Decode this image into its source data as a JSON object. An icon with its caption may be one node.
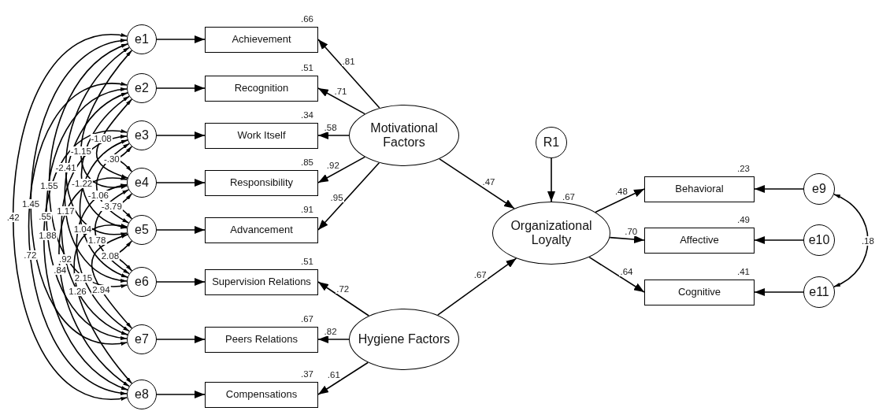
{
  "diagram": {
    "nodes": [
      {
        "text": [
          "e1"
        ]
      },
      {
        "text": [
          "e2"
        ]
      },
      {
        "text": [
          "e3"
        ]
      },
      {
        "text": [
          "e4"
        ]
      },
      {
        "text": [
          "e5"
        ]
      },
      {
        "text": [
          "e6"
        ]
      },
      {
        "text": [
          "e7"
        ]
      },
      {
        "text": [
          "e8"
        ]
      },
      {
        "text": [
          "Achievement"
        ],
        "beside": [
          ".66"
        ]
      },
      {
        "text": [
          "Recognition"
        ],
        "beside": [
          ".51"
        ]
      },
      {
        "text": [
          "Work Itself"
        ],
        "beside": [
          ".34"
        ]
      },
      {
        "text": [
          "Responsibility"
        ],
        "beside": [
          ".85"
        ]
      },
      {
        "text": [
          "Advancement"
        ],
        "beside": [
          ".91"
        ]
      },
      {
        "text": [
          "Supervision Relations"
        ],
        "beside": [
          ".51"
        ]
      },
      {
        "text": [
          "Peers Relations"
        ],
        "beside": [
          ".67"
        ]
      },
      {
        "text": [
          "Compensations"
        ],
        "beside": [
          ".37"
        ]
      },
      {
        "text": [
          "Motivational Factors"
        ]
      },
      {
        "text": [
          "Hygiene Factors"
        ]
      },
      {
        "text": [
          "Organizational Loyalty"
        ],
        "beside": [
          ".67"
        ]
      },
      {
        "text": [
          "R1"
        ]
      },
      {
        "text": [
          "Behavioral"
        ],
        "beside": [
          ".23"
        ]
      },
      {
        "text": [
          "Affective"
        ],
        "beside": [
          ".49"
        ]
      },
      {
        "text": [
          "Cognitive"
        ],
        "beside": [
          ".41"
        ]
      },
      {
        "text": [
          "e9"
        ]
      },
      {
        "text": [
          "e10"
        ]
      },
      {
        "text": [
          "e11"
        ]
      }
    ],
    "edges": [
      {
        "from": 0,
        "to": 8,
        "arrow": "to"
      },
      {
        "from": 1,
        "to": 9,
        "arrow": "to"
      },
      {
        "from": 2,
        "to": 10,
        "arrow": "to"
      },
      {
        "from": 3,
        "to": 11,
        "arrow": "to"
      },
      {
        "from": 4,
        "to": 12,
        "arrow": "to"
      },
      {
        "from": 5,
        "to": 13,
        "arrow": "to"
      },
      {
        "from": 6,
        "to": 14,
        "arrow": "to"
      },
      {
        "from": 7,
        "to": 15,
        "arrow": "to"
      },
      {
        "from": 16,
        "to": 8,
        "arrow": "to",
        "label": ".81"
      },
      {
        "from": 16,
        "to": 9,
        "arrow": "to",
        "label": ".71"
      },
      {
        "from": 16,
        "to": 10,
        "arrow": "to",
        "label": ".58"
      },
      {
        "from": 16,
        "to": 11,
        "arrow": "to",
        "label": ".92"
      },
      {
        "from": 16,
        "to": 12,
        "arrow": "to",
        "label": ".95"
      },
      {
        "from": 17,
        "to": 13,
        "arrow": "to",
        "label": ".72"
      },
      {
        "from": 17,
        "to": 14,
        "arrow": "to",
        "label": ".82"
      },
      {
        "from": 17,
        "to": 15,
        "arrow": "to",
        "label": ".61"
      },
      {
        "from": 16,
        "to": 18,
        "arrow": "to",
        "label": ".47"
      },
      {
        "from": 17,
        "to": 18,
        "arrow": "to",
        "label": ".67"
      },
      {
        "from": 19,
        "to": 18,
        "arrow": "to"
      },
      {
        "from": 18,
        "to": 20,
        "arrow": "to",
        "label": ".48"
      },
      {
        "from": 18,
        "to": 21,
        "arrow": "to",
        "label": ".70"
      },
      {
        "from": 18,
        "to": 22,
        "arrow": "to",
        "label": ".64"
      },
      {
        "from": 23,
        "to": 20,
        "arrow": "to"
      },
      {
        "from": 24,
        "to": 21,
        "arrow": "to"
      },
      {
        "from": 25,
        "to": 22,
        "arrow": "to"
      },
      {
        "from": 23,
        "to": 25,
        "arrow": "both",
        "label": ".18"
      },
      {
        "from": 0,
        "to": 3,
        "arrow": "both",
        "label": "-1.15"
      },
      {
        "from": 0,
        "to": 4,
        "arrow": "both",
        "label": "-2.41"
      },
      {
        "from": 0,
        "to": 5,
        "arrow": "both",
        "label": "1.55"
      },
      {
        "from": 0,
        "to": 6,
        "arrow": "both",
        "label": "1.45"
      },
      {
        "from": 0,
        "to": 7,
        "arrow": "both",
        "label": ".42"
      },
      {
        "from": 1,
        "to": 3,
        "arrow": "both",
        "label": "-1.08"
      },
      {
        "from": 1,
        "to": 4,
        "arrow": "both",
        "label": "-1.22"
      },
      {
        "from": 1,
        "to": 5,
        "arrow": "both",
        "label": "1.17"
      },
      {
        "from": 1,
        "to": 6,
        "arrow": "both",
        "label": "1.88"
      },
      {
        "from": 1,
        "to": 7,
        "arrow": "both",
        "label": ".72"
      },
      {
        "from": 2,
        "to": 3,
        "arrow": "both",
        "label": "-.30"
      },
      {
        "from": 2,
        "to": 4,
        "arrow": "both",
        "label": "-1.06"
      },
      {
        "from": 2,
        "to": 5,
        "arrow": "both",
        "label": "1.04"
      },
      {
        "from": 2,
        "to": 6,
        "arrow": "both",
        "label": ".92"
      },
      {
        "from": 2,
        "to": 7,
        "arrow": "both",
        "label": ".55"
      },
      {
        "from": 3,
        "to": 4,
        "arrow": "both",
        "label": "-3.79"
      },
      {
        "from": 3,
        "to": 5,
        "arrow": "both",
        "label": "1.78"
      },
      {
        "from": 3,
        "to": 6,
        "arrow": "both",
        "label": "2.15"
      },
      {
        "from": 3,
        "to": 7,
        "arrow": "both",
        "label": ".84"
      },
      {
        "from": 4,
        "to": 5,
        "arrow": "both",
        "label": "2.08"
      },
      {
        "from": 4,
        "to": 6,
        "arrow": "both",
        "label": "2.94"
      },
      {
        "from": 4,
        "to": 7,
        "arrow": "both",
        "label": "1.26"
      }
    ]
  }
}
